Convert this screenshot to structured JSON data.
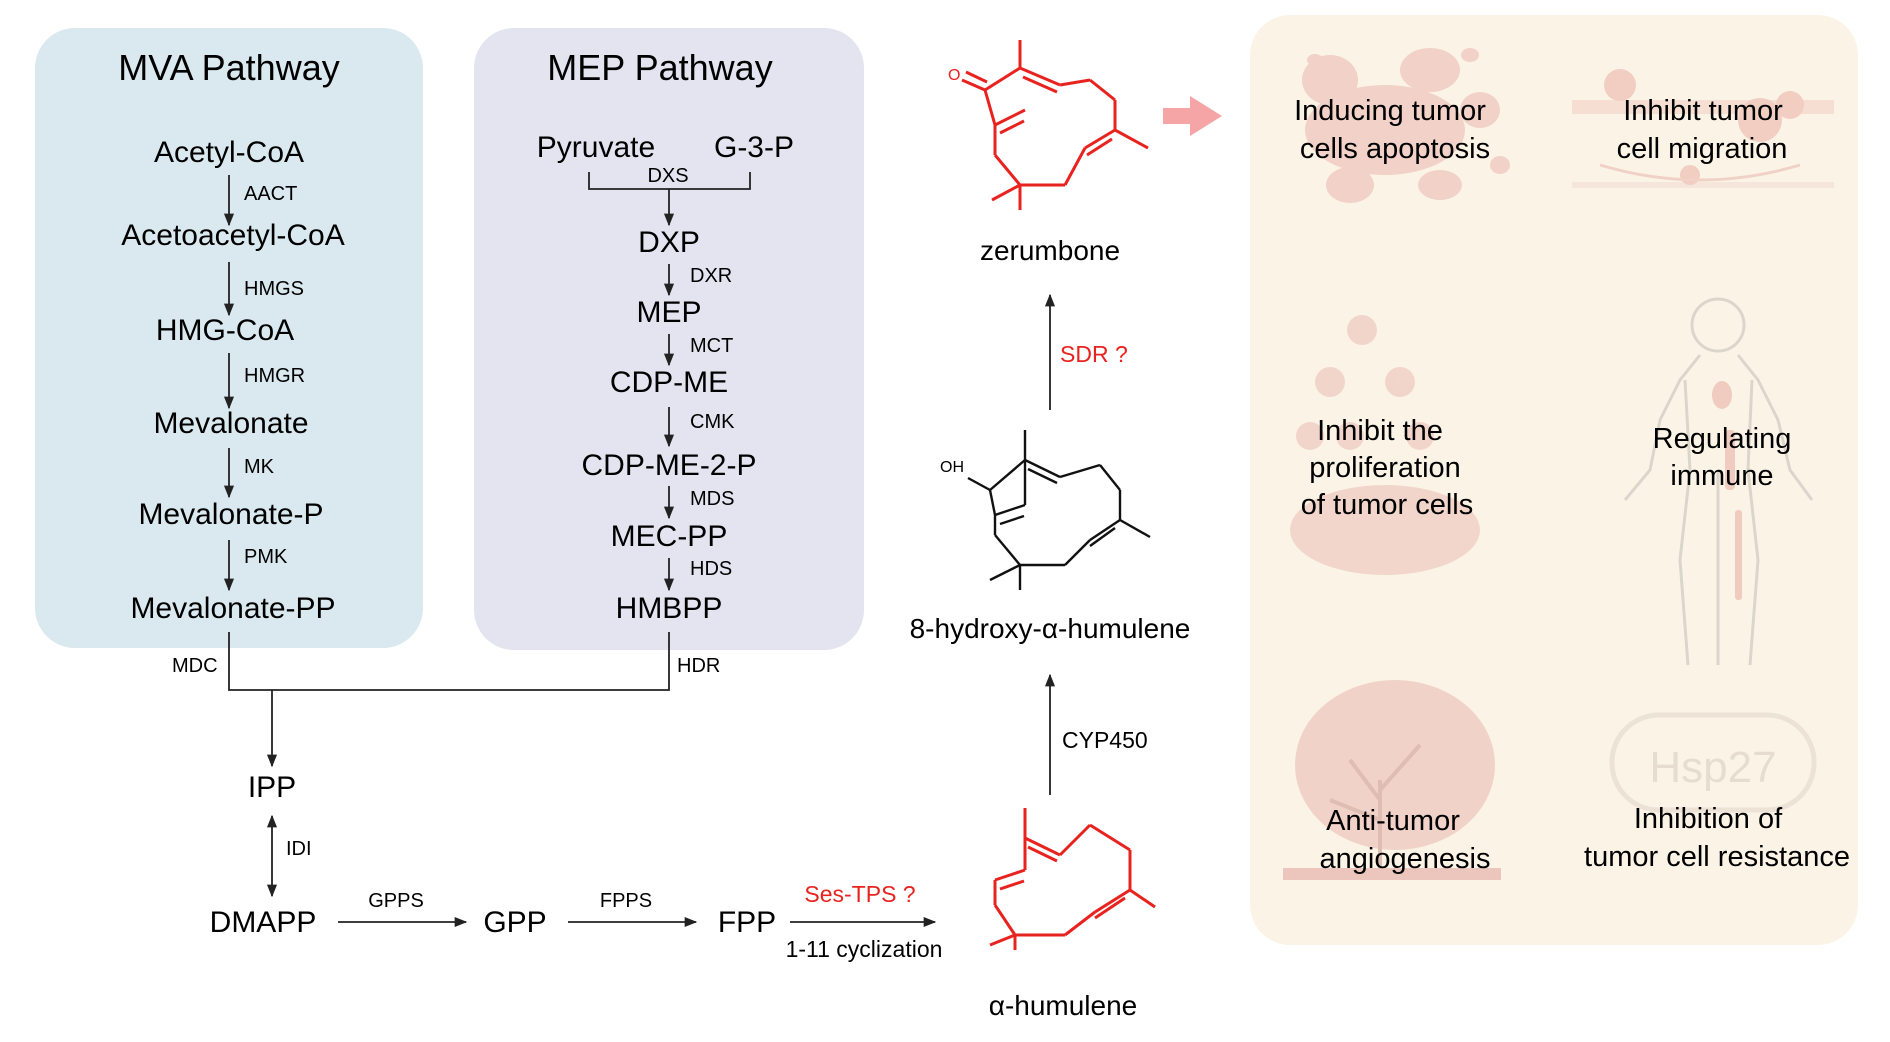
{
  "mva": {
    "title": "MVA Pathway",
    "compounds": [
      "Acetyl-CoA",
      "Acetoacetyl-CoA",
      "HMG-CoA",
      "Mevalonate",
      "Mevalonate-P",
      "Mevalonate-PP"
    ],
    "enzymes": [
      "AACT",
      "HMGS",
      "HMGR",
      "MK",
      "PMK"
    ],
    "exit_enzyme": "MDC"
  },
  "mep": {
    "title": "MEP Pathway",
    "start_left": "Pyruvate",
    "start_right": "G-3-P",
    "start_enzyme": "DXS",
    "compounds": [
      "DXP",
      "MEP",
      "CDP-ME",
      "CDP-ME-2-P",
      "MEC-PP",
      "HMBPP"
    ],
    "enzymes": [
      "DXR",
      "MCT",
      "CMK",
      "MDS",
      "HDS"
    ],
    "exit_enzyme": "HDR"
  },
  "core": {
    "ipp": "IPP",
    "idi": "IDI",
    "dmapp": "DMAPP",
    "gpps": "GPPS",
    "gpp": "GPP",
    "fpps": "FPPS",
    "fpp": "FPP",
    "ses_tps": "Ses-TPS ?",
    "cyclization": "1-11 cyclization"
  },
  "structures": {
    "humulene": "α-humulene",
    "cyp450": "CYP450",
    "hydroxy": "8-hydroxy-α-humulene",
    "oh": "OH",
    "sdr": "SDR ?",
    "zerumbone": "zerumbone",
    "o": "O"
  },
  "effects": {
    "apoptosis": [
      "Inducing tumor",
      "cells apoptosis"
    ],
    "migration": [
      "Inhibit tumor",
      "cell migration"
    ],
    "proliferation": [
      "Inhibit the",
      "proliferation",
      "of tumor cells"
    ],
    "immune": [
      "Regulating",
      "immune"
    ],
    "angiogenesis": [
      "Anti-tumor",
      "angiogenesis"
    ],
    "resistance": [
      "Inhibition of",
      "tumor cell resistance"
    ],
    "hsp27": "Hsp27"
  },
  "colors": {
    "mva_box": "#d9e9ef",
    "mep_box": "#e4e4f1",
    "effects_box": "#fbf4e6",
    "highlight_red": "#e8231f",
    "arrow_pink": "#f5a5a5"
  }
}
